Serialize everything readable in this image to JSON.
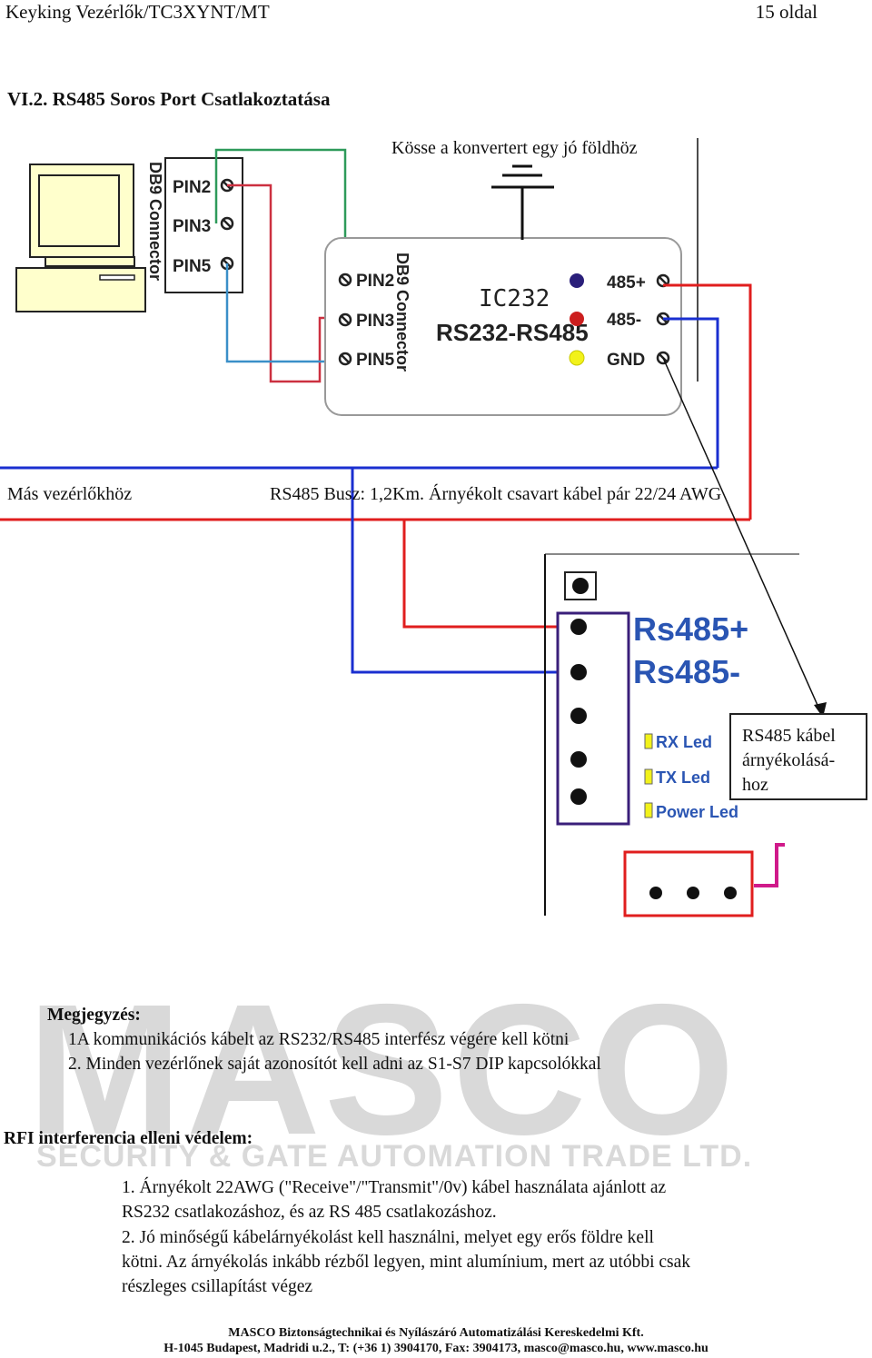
{
  "header": {
    "left": "Keyking Vezérlők/TC3XYNT/MT",
    "right": "15 oldal"
  },
  "section_title": "VI.2. RS485 Soros Port Csatlakoztatása",
  "diagram": {
    "ground_note": "Kösse a konvertert egy jó földhöz",
    "pc_connector_label": "DB9 Connector",
    "pc_pins": [
      "PIN2",
      "PIN3",
      "PIN5"
    ],
    "converter_pins": [
      "PIN2",
      "PIN3",
      "PIN5"
    ],
    "converter_connector_label": "DB9 Connector",
    "converter_name": "IC232",
    "converter_model": "RS232-RS485",
    "converter_terminals": [
      "485+",
      "485-",
      "GND"
    ],
    "led_colors": [
      "#2a1f7a",
      "#cc1f1f",
      "#f2f21a"
    ],
    "wire_colors": {
      "green": "#2e9a5a",
      "red": "#e01e1e",
      "blue": "#1a2fd0",
      "cyan": "#3a8fc8",
      "board": "#3a1f7a",
      "magenta": "#d01a8a"
    },
    "other_controllers": "Más vezérlőkhöz",
    "bus_note": "RS485 Busz: 1,2Km. Árnyékolt csavart kábel pár 22/24 AWG",
    "board_labels": [
      "Rs485+",
      "Rs485-"
    ],
    "board_leds": [
      "RX Led",
      "TX Led",
      "Power Led"
    ],
    "shield_box": [
      "RS485 kábel",
      "árnyékolásá-",
      "hoz"
    ]
  },
  "watermark": {
    "big": "MASCO",
    "small": "SECURITY & GATE AUTOMATION TRADE LTD."
  },
  "notes": {
    "title": "Megjegyzés:",
    "items": [
      "1A kommunikációs kábelt az RS232/RS485 interfész végére kell kötni",
      "2. Minden vezérlőnek saját azonosítót kell adni az S1-S7 DIP kapcsolókkal"
    ]
  },
  "rfi": {
    "title": "RFI interferencia elleni védelem:",
    "lines": [
      "1. Árnyékolt 22AWG (\"Receive\"/\"Transmit\"/0v) kábel használata ajánlott az",
      "RS232 csatlakozáshoz, és az RS 485 csatlakozáshoz.",
      "2. Jó minőségű kábelárnyékolást kell használni, melyet egy erős földre kell",
      "kötni. Az árnyékolás inkább rézből legyen, mint alumínium, mert az utóbbi csak",
      "részleges csillapítást végez"
    ]
  },
  "footer": {
    "line1": "MASCO Biztonságtechnikai és Nyílászáró Automatizálási Kereskedelmi Kft.",
    "line2": "H-1045 Budapest, Madridi u.2., T: (+36 1) 3904170, Fax: 3904173, masco@masco.hu, www.masco.hu"
  }
}
